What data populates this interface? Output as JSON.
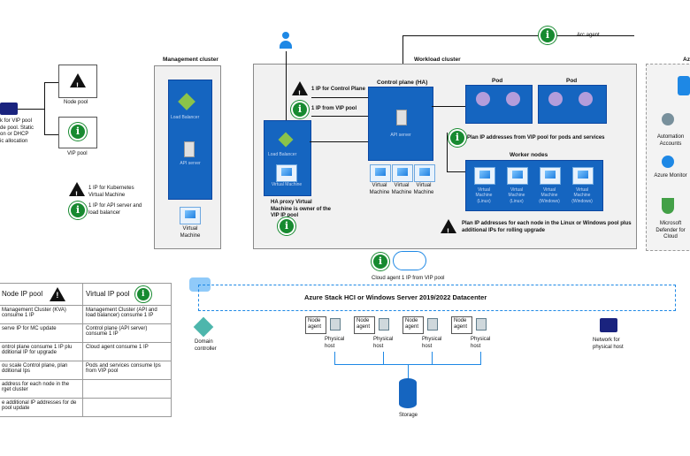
{
  "top": {
    "arc_agent": "Arc agent",
    "workload_cluster": "Workload cluster",
    "management_cluster": "Management cluster",
    "azure_label": "Az"
  },
  "left": {
    "note_line1": "k for VIP pool",
    "note_line2": "de pool. Static",
    "note_line3": "on or DHCP",
    "note_line4": "ic allocation",
    "node_pool": "Node pool",
    "vip_pool": "VIP pool"
  },
  "mgmt": {
    "lb_label": "Load Balancer",
    "api_label": "API server",
    "vm_label": "Virtual Machine",
    "ip_k8s_vm": "1 IP for Kubernetes Virtual Machine",
    "ip_api_lb": "1 IP for API server and load balancer"
  },
  "workload": {
    "ip_control_plane": "1 IP for Control Plane",
    "ip_from_vip": "1 IP from VIP pool",
    "control_plane_title": "Control plane (HA)",
    "api_server": "API server",
    "lb_label": "Load Balancer",
    "haproxy_vm_label": "Virtual Machine",
    "haproxy_note": "HA proxy Virtual Machine is owner of the VIP IP pool",
    "cp_vms": [
      "Virtual Machine",
      "Virtual Machine",
      "Virtual Machine"
    ],
    "pod1": "Pod",
    "pod2": "Pod",
    "pod_note": "Plan IP addresses from VIP pool for pods and services",
    "worker_nodes": "Worker nodes",
    "worker_vms": [
      "Virtual Machine (Linux)",
      "Virtual Machine (Linux)",
      "Virtual Machine (Windows)",
      "Virtual Machine (Windows)"
    ],
    "worker_note": "Plan IP addresses for each node in the Linux or Windows pool plus additional IPs for rolling upgrade"
  },
  "cloud_agent": "Cloud agent 1 IP from VIP pool",
  "datacenter": {
    "title": "Azure Stack HCI or Windows Server 2019/2022 Datacenter",
    "domain_controller": "Domain controller",
    "network_label": "Network for physical host",
    "node_agents": [
      "Node agent",
      "Node agent",
      "Node agent",
      "Node agent"
    ],
    "physical_hosts": [
      "Physical host",
      "Physical host",
      "Physical host",
      "Physical host"
    ],
    "storage": "Storage"
  },
  "azure_side": {
    "automation": "Automation Accounts",
    "monitor": "Azure Monitor",
    "defender": "Microsoft Defender for Cloud"
  },
  "table": {
    "col1": "Node IP pool",
    "col2": "Virtual IP pool",
    "rows": [
      [
        "Management Cluster (KVA) consume 1 IP",
        "Management Cluster (API and load balancer) consume 1 IP"
      ],
      [
        "serve IP for MC update",
        "Control plane (API server) consume 1 IP"
      ],
      [
        "ontrol plane consume 1 IP plu dditional IP for upgrade",
        "Cloud agent consume 1 IP"
      ],
      [
        "ou scale Control plane, plan dditional Ips",
        "Pods and services consume Ips from VIP pool"
      ],
      [
        "address for each node in the rget cluster",
        ""
      ],
      [
        "e additional IP addresses for de pool update",
        ""
      ]
    ]
  },
  "colors": {
    "accent_blue": "#1565c0",
    "info_green": "#178a30"
  }
}
